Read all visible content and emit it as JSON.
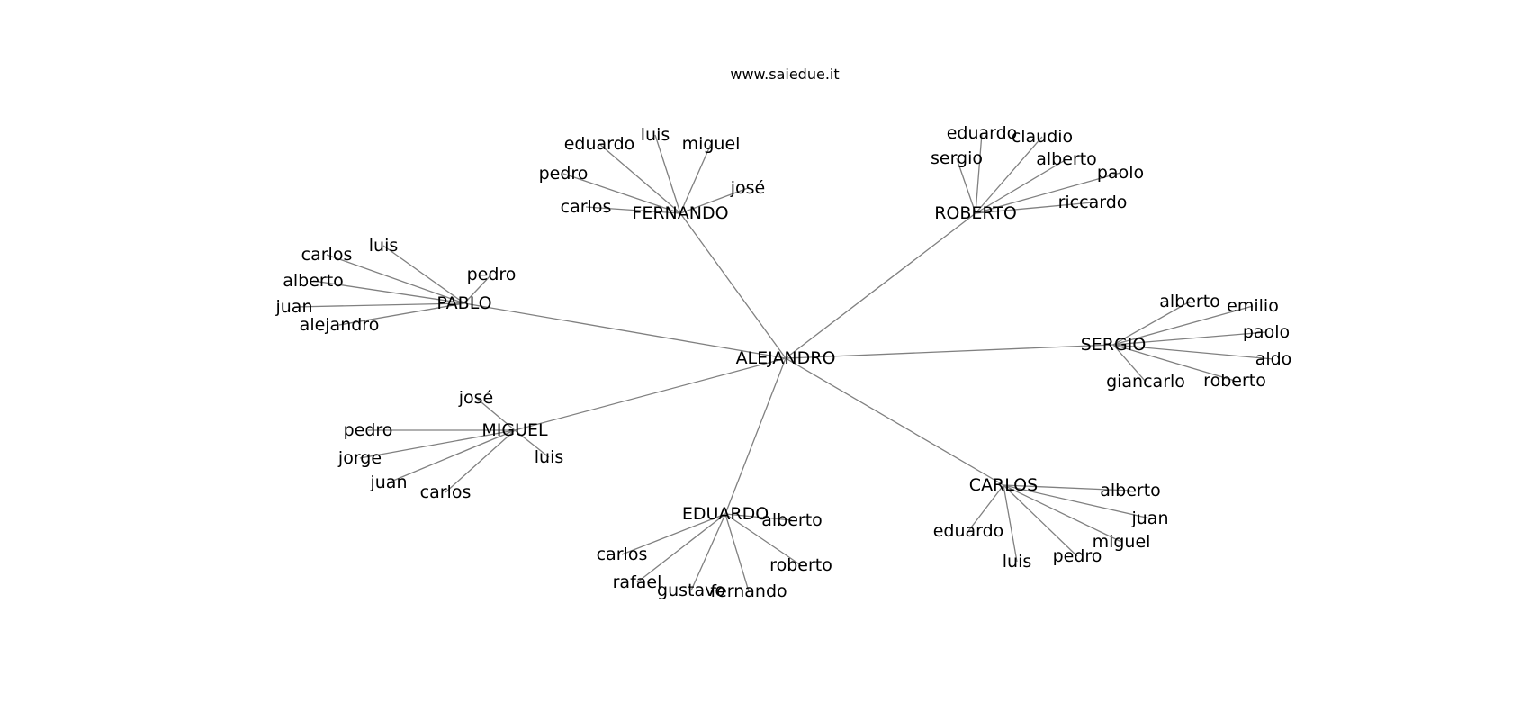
{
  "title": "www.saiedue.it",
  "root": "ALEJANDRO",
  "groups": [
    {
      "name": "FERNANDO",
      "leaves": [
        "carlos",
        "pedro",
        "eduardo",
        "luis",
        "miguel",
        "josé"
      ]
    },
    {
      "name": "ROBERTO",
      "leaves": [
        "sergio",
        "eduardo",
        "claudio",
        "alberto",
        "paolo",
        "riccardo"
      ]
    },
    {
      "name": "PABLO",
      "leaves": [
        "luis",
        "carlos",
        "alberto",
        "juan",
        "alejandro",
        "pedro"
      ]
    },
    {
      "name": "SERGIO",
      "leaves": [
        "alberto",
        "emilio",
        "paolo",
        "aldo",
        "roberto",
        "giancarlo"
      ]
    },
    {
      "name": "MIGUEL",
      "leaves": [
        "josé",
        "pedro",
        "jorge",
        "juan",
        "carlos",
        "luis"
      ]
    },
    {
      "name": "EDUARDO",
      "leaves": [
        "alberto",
        "roberto",
        "fernando",
        "gustavo",
        "rafael",
        "carlos"
      ]
    },
    {
      "name": "CARLOS",
      "leaves": [
        "alberto",
        "juan",
        "miguel",
        "pedro",
        "luis",
        "eduardo"
      ]
    }
  ]
}
